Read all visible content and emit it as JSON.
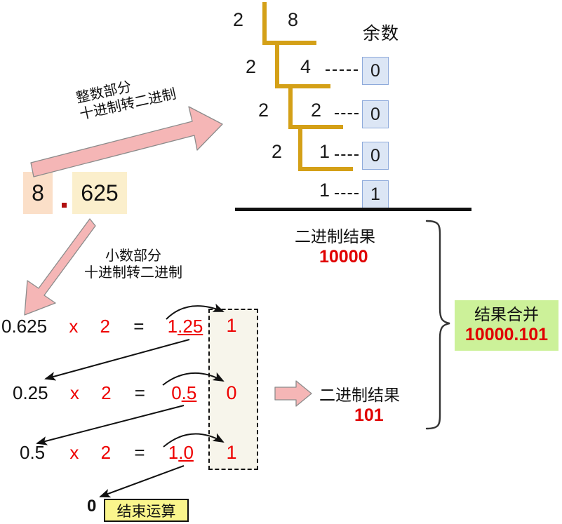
{
  "title": "8.625 decimal to binary conversion diagram",
  "source_number": {
    "integer_part": "8",
    "separator": ".",
    "fraction_part": "625"
  },
  "arrows": {
    "integer_label_line1": "整数部分",
    "integer_label_line2": "十进制转二进制",
    "fraction_label_line1": "小数部分",
    "fraction_label_line2": "十进制转二进制"
  },
  "division": {
    "remainder_header": "余数",
    "rows": [
      {
        "divisor": "2",
        "dividend": "8",
        "remainder": ""
      },
      {
        "divisor": "2",
        "dividend": "4",
        "remainder": "0"
      },
      {
        "divisor": "2",
        "dividend": "2",
        "remainder": "0"
      },
      {
        "divisor": "2",
        "dividend": "1",
        "remainder": "0"
      },
      {
        "divisor": "",
        "dividend": "1",
        "remainder": "1"
      }
    ]
  },
  "integer_result": {
    "label": "二进制结果",
    "value": "10000"
  },
  "multiplication": {
    "rows": [
      {
        "operand": "0.625",
        "times": "x",
        "factor": "2",
        "equals": "=",
        "product_int": "1",
        "product_frac": ".25",
        "bit": "1"
      },
      {
        "operand": "0.25",
        "times": "x",
        "factor": "2",
        "equals": "=",
        "product_int": "0",
        "product_frac": ".5",
        "bit": "0"
      },
      {
        "operand": "0.5",
        "times": "x",
        "factor": "2",
        "equals": "=",
        "product_int": "1",
        "product_frac": ".0",
        "bit": "1"
      }
    ],
    "terminal_value": "0",
    "terminal_label": "结束运算"
  },
  "fraction_result": {
    "label": "二进制结果",
    "value": "101"
  },
  "merged_result": {
    "label": "结果合并",
    "value": "10000.101"
  },
  "colors": {
    "division_line": "#D4A017",
    "remainder_box_fill": "#DCE6F5",
    "remainder_box_border": "#8EAADB",
    "arrow_pink": "#F5B6B6",
    "arrow_pink_border": "#8C8C8C",
    "integer_highlight": "#FBDFC8",
    "fraction_highlight": "#FBEFCC",
    "merge_green": "#CCF199",
    "end_yellow": "#FAF58C",
    "red_text": "#EE0000"
  }
}
